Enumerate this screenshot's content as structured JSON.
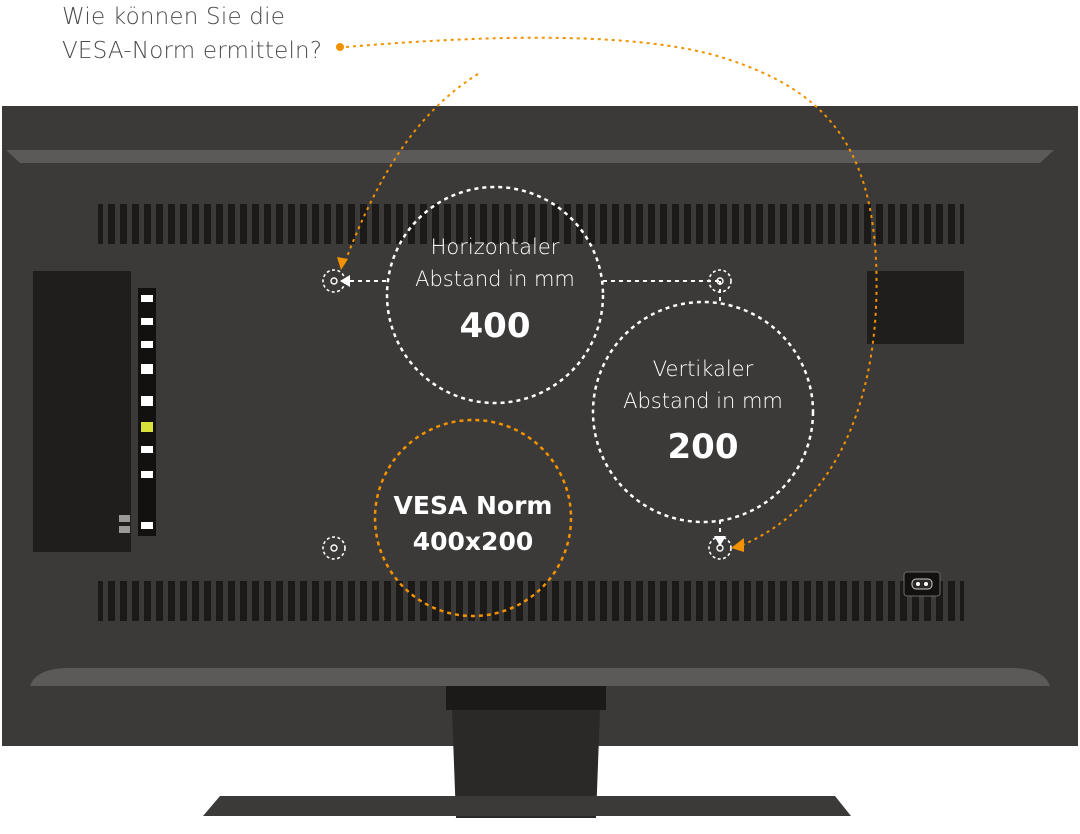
{
  "question": {
    "line1": "Wie können Sie die",
    "line2": "VESA-Norm ermitteln?"
  },
  "horizontal": {
    "line1": "Horizontaler",
    "line2": "Abstand in mm",
    "value": "400"
  },
  "vertical": {
    "line1": "Vertikaler",
    "line2": "Abstand in mm",
    "value": "200"
  },
  "vesa": {
    "line1": "VESA Norm",
    "line2": "400x200"
  },
  "colors": {
    "accent": "#f39200",
    "tv_body": "#3c3a38",
    "tv_light": "#5b5958",
    "grille": "#1b1a19",
    "stand": "#2a2928",
    "indicator": "#d8e23a"
  }
}
